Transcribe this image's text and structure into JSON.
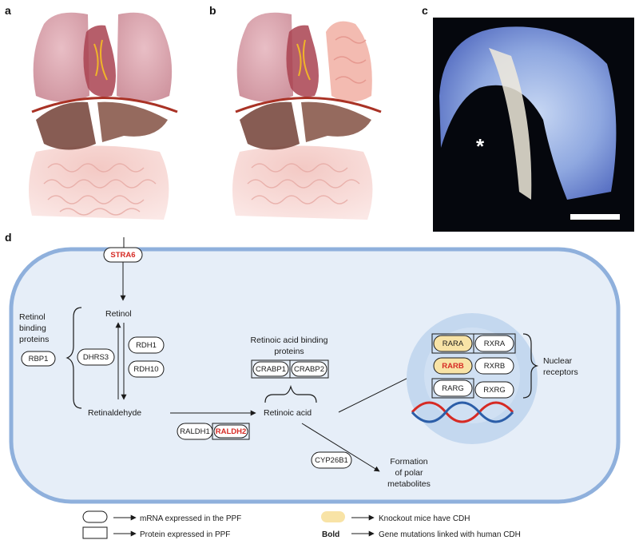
{
  "panels": {
    "a": "a",
    "b": "b",
    "c": "c",
    "d": "d"
  },
  "photo": {
    "asterisk": "*"
  },
  "pathway": {
    "stra6": "STRA6",
    "retinol": "Retinol",
    "retinaldehyde": "Retinaldehyde",
    "retinoic_acid": "Retinoic acid",
    "retinol_binding_proteins": [
      "Retinol",
      "binding",
      "proteins"
    ],
    "rbp1": "RBP1",
    "dhrs3": "DHRS3",
    "rdh1": "RDH1",
    "rdh10": "RDH10",
    "ra_binding_proteins": [
      "Retinoic acid binding",
      "proteins"
    ],
    "crabp1": "CRABP1",
    "crabp2": "CRABP2",
    "raldh1": "RALDH1",
    "raldh2": "RALDH2",
    "cyp26b1": "CYP26B1",
    "polar": [
      "Formation",
      "of polar",
      "metabolites"
    ],
    "receptors": {
      "rara": "RARA",
      "rxra": "RXRA",
      "rarb": "RARB",
      "rxrb": "RXRB",
      "rarg": "RARG",
      "rxrg": "RXRG"
    },
    "nuclear_receptors": [
      "Nuclear",
      "receptors"
    ]
  },
  "legend": {
    "mrna": "mRNA expressed in the PPF",
    "protein": "Protein expressed in PPF",
    "knockout": "Knockout mice have CDH",
    "bold_word": "Bold",
    "bold": "Gene mutations linked with human CDH"
  },
  "colors": {
    "cell_fill": "#e6eef8",
    "cell_border": "#8fb0dc",
    "red": "#d62a24",
    "knockout": "#f8e3a6",
    "nucleus": "#c4d8ef"
  }
}
